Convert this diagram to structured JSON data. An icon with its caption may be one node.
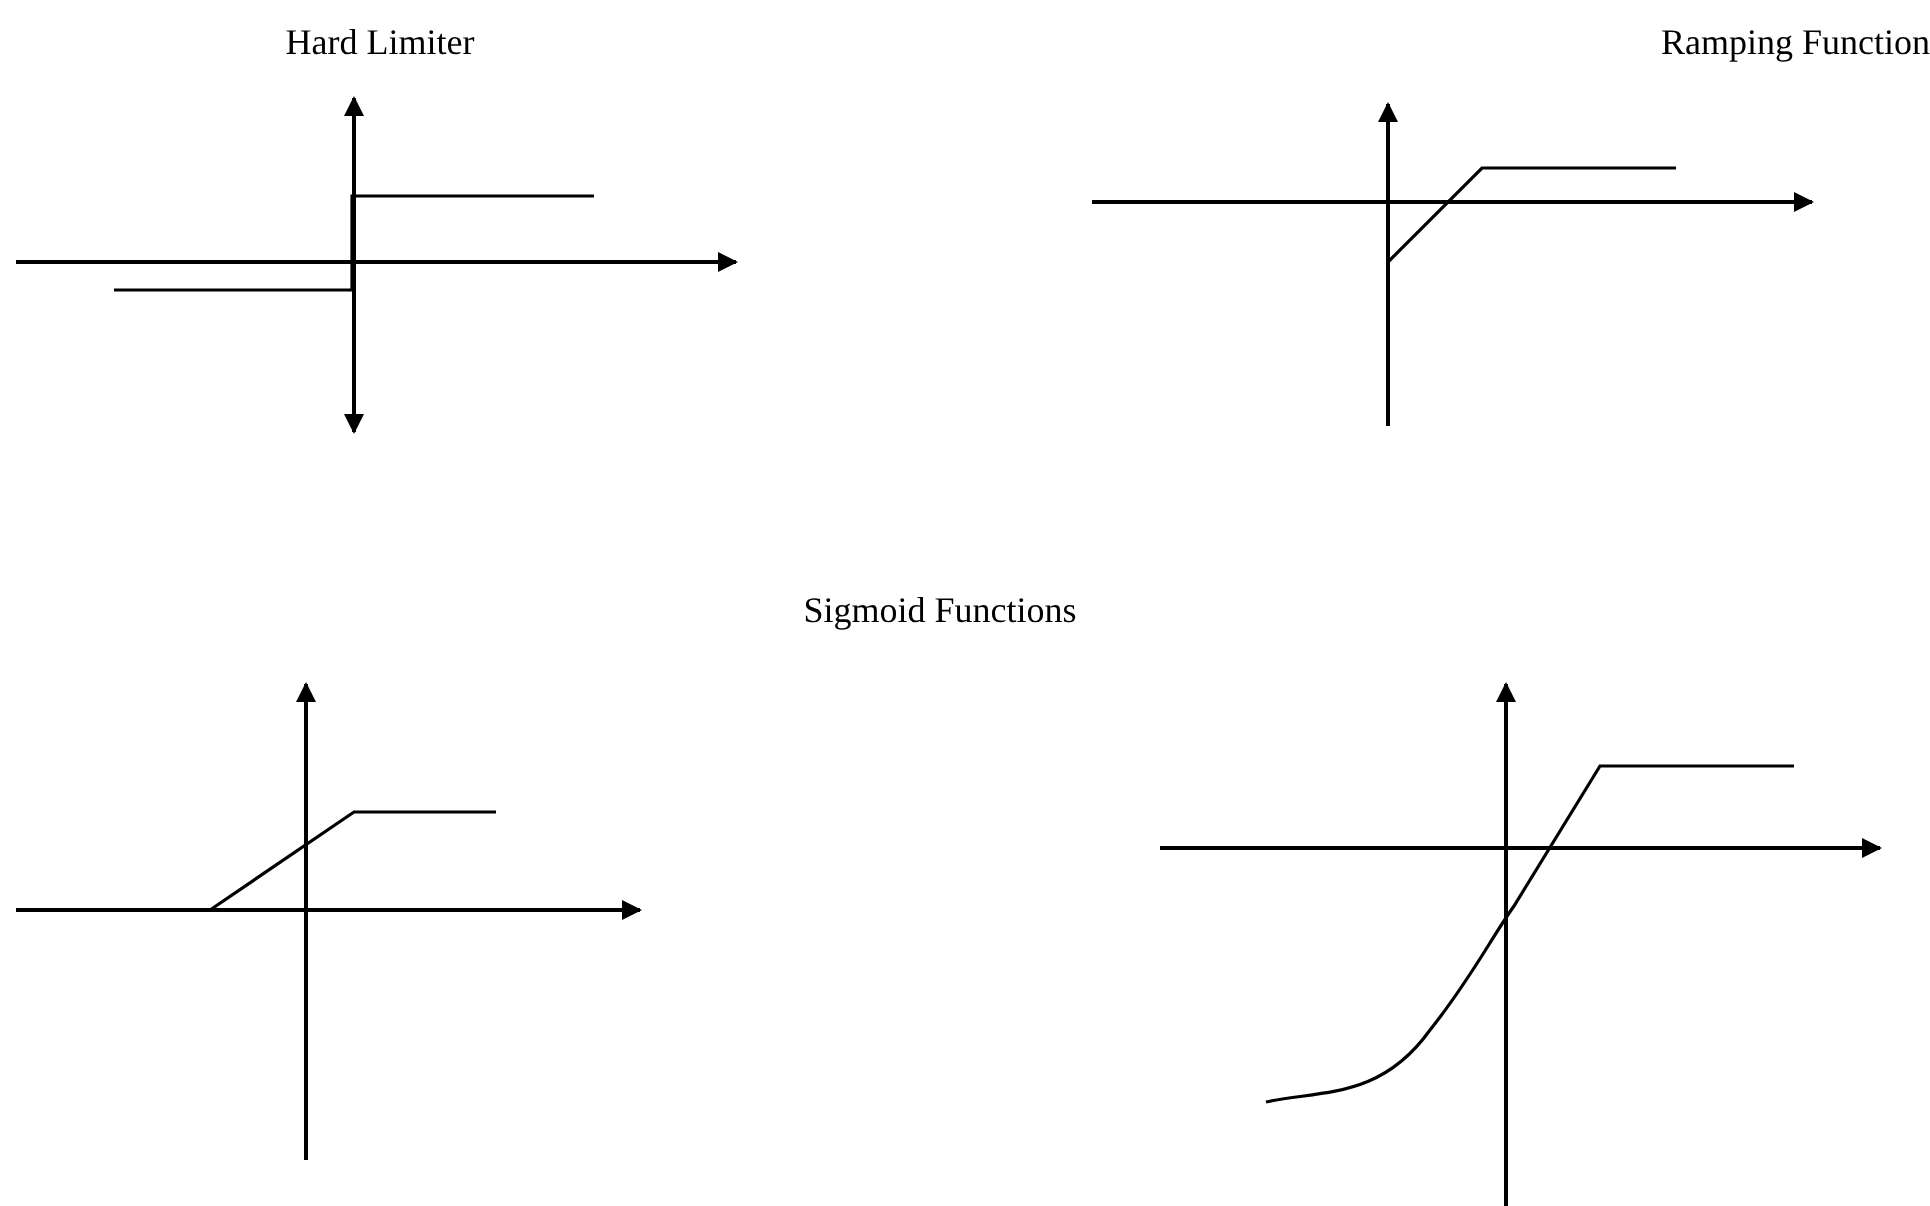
{
  "diagram": {
    "labels": [
      "Hard Limiter",
      "Ramping Function",
      "Sigmoid Functions"
    ]
  }
}
